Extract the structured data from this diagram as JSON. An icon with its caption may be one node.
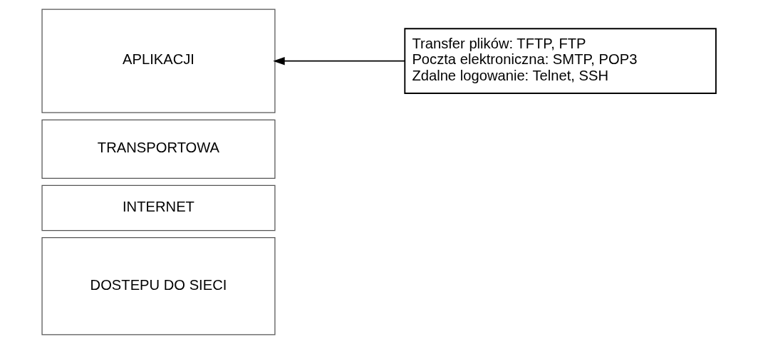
{
  "diagram": {
    "nodes": [
      {
        "text": [
          "APLIKACJI"
        ]
      },
      {
        "text": [
          "TRANSPORTOWA"
        ]
      },
      {
        "text": [
          "INTERNET"
        ]
      },
      {
        "text": [
          "DOSTEPU DO SIECI"
        ]
      },
      {
        "text": [
          "Transfer plików: TFTP, FTP",
          "Poczta elektroniczna: SMTP, POP3",
          "Zdalne logowanie: Telnet, SSH"
        ]
      }
    ],
    "edges": [
      {
        "from": 4,
        "to": 0,
        "arrow": "to"
      }
    ]
  }
}
